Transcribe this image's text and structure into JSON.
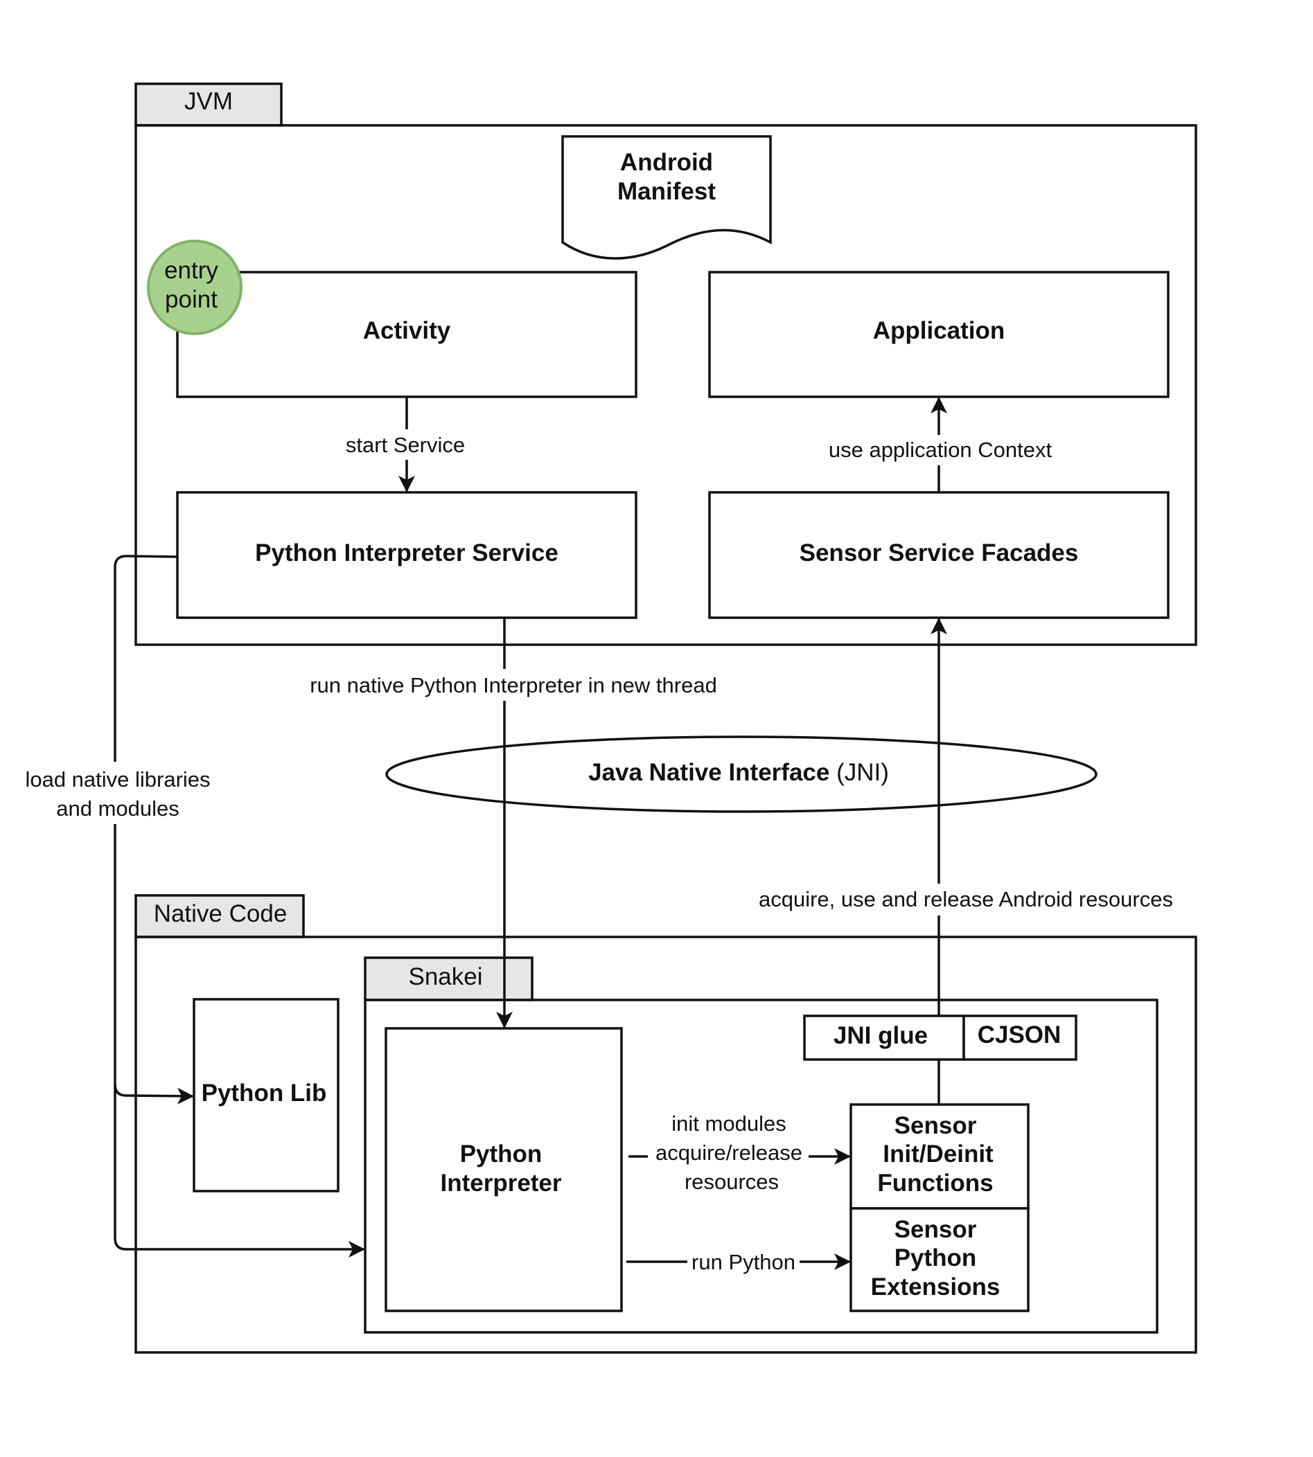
{
  "containers": {
    "jvm": "JVM",
    "native_code": "Native Code",
    "snakei": "Snakei"
  },
  "nodes": {
    "android_manifest": [
      "Android",
      "Manifest"
    ],
    "entry_point": [
      "entry",
      "point"
    ],
    "activity": "Activity",
    "application": "Application",
    "python_interpreter_service": "Python Interpreter Service",
    "sensor_service_facades": "Sensor Service Facades",
    "jni": {
      "bold": "Java Native Interface",
      "rest": " (JNI)"
    },
    "python_lib": "Python Lib",
    "python_interpreter": [
      "Python",
      "Interpreter"
    ],
    "jni_glue": "JNI glue",
    "cjson": "CJSON",
    "sensor_init": [
      "Sensor",
      "Init/Deinit",
      "Functions"
    ],
    "sensor_python_ext": [
      "Sensor",
      "Python",
      "Extensions"
    ]
  },
  "edges": {
    "start_service": "start Service",
    "use_app_context": "use application Context",
    "run_native": "run native Python Interpreter in new thread",
    "load_native": [
      "load native libraries",
      "and modules"
    ],
    "acquire_release": "acquire, use and release Android resources",
    "init_modules": [
      "init modules",
      "acquire/release",
      "resources"
    ],
    "run_python": "run Python"
  },
  "colors": {
    "tab_fill": "#e6e6e6",
    "entry_fill": "#a9d18e",
    "entry_stroke": "#82b366",
    "line": "#111111"
  }
}
